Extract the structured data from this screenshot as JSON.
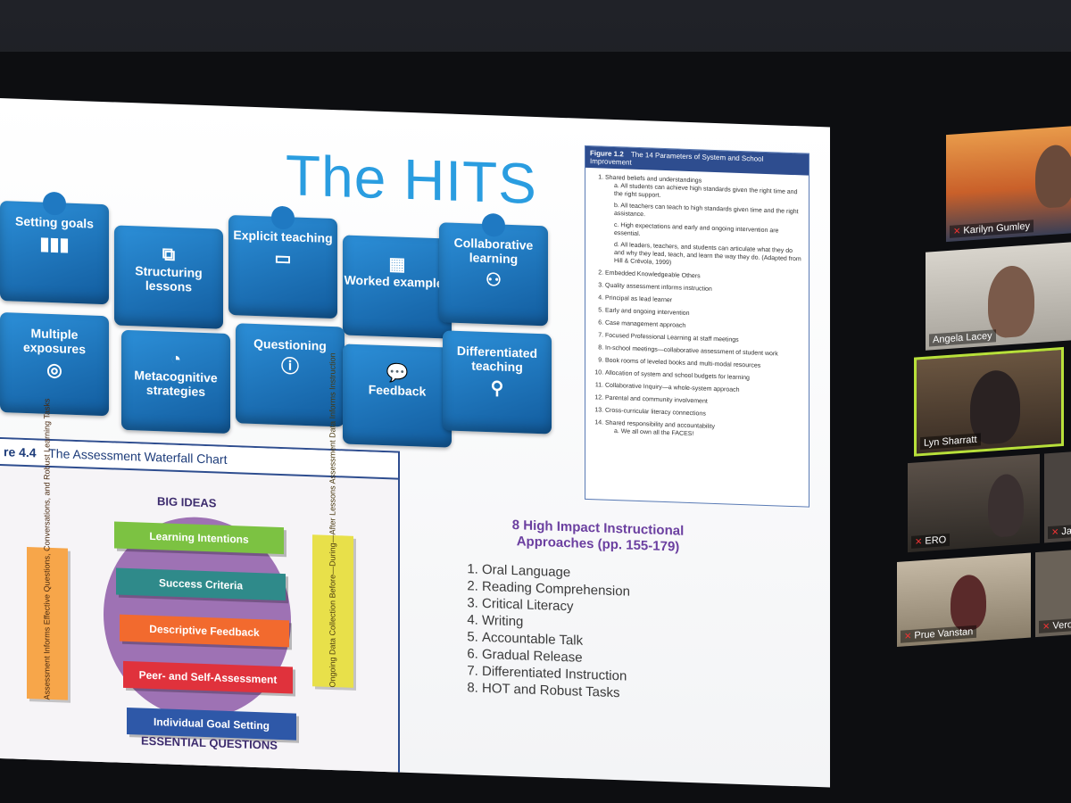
{
  "slide": {
    "title": "The HITS",
    "puzzle_pieces": [
      {
        "label": "Setting goals",
        "icon": "bar-chart-icon"
      },
      {
        "label": "Structuring lessons",
        "icon": "structure-icon"
      },
      {
        "label": "Explicit teaching",
        "icon": "presentation-icon"
      },
      {
        "label": "Worked examples",
        "icon": "worked-examples-icon"
      },
      {
        "label": "Collaborative learning",
        "icon": "network-icon"
      },
      {
        "label": "Multiple exposures",
        "icon": "venn-icon"
      },
      {
        "label": "Metacognitive strategies",
        "icon": "target-icon"
      },
      {
        "label": "Questioning",
        "icon": "question-icon"
      },
      {
        "label": "Feedback",
        "icon": "speech-bubbles-icon"
      },
      {
        "label": "Differentiated teaching",
        "icon": "differentiated-icon"
      }
    ],
    "figure_1_2": {
      "number": "Figure 1.2",
      "title": "The 14 Parameters of System and School Improvement",
      "items": [
        "Shared beliefs and understandings",
        "Embedded Knowledgeable Others",
        "Quality assessment informs instruction",
        "Principal as lead learner",
        "Early and ongoing intervention",
        "Case management approach",
        "Focused Professional Learning at staff meetings",
        "In-school meetings—collaborative assessment of student work",
        "Book rooms of leveled books and multi-modal resources",
        "Allocation of system and school budgets for learning",
        "Collaborative Inquiry—a whole-system approach",
        "Parental and community involvement",
        "Cross-curricular literacy connections",
        "Shared responsibility and accountability"
      ],
      "subitems_1": [
        "a.  All students can achieve high standards given the right time and the right support.",
        "b.  All teachers can teach to high standards given time and the right assistance.",
        "c.  High expectations and early and ongoing intervention are essential.",
        "d.  All leaders, teachers, and students can articulate what they do and why they lead, teach, and learn the way they do. (Adapted from Hill & Crévola, 1999)"
      ],
      "subitem_14": "a.  We all own all the FACES!"
    },
    "figure_4_4": {
      "number": "re 4.4",
      "title": "The Assessment Waterfall Chart",
      "top_label": "BIG IDEAS",
      "bottom_label": "ESSENTIAL QUESTIONS",
      "steps": [
        "Learning Intentions",
        "Success Criteria",
        "Descriptive Feedback",
        "Peer- and Self-Assessment",
        "Individual Goal Setting"
      ],
      "left_side": "Assessment Informs Effective Questions, Conversations, and Robust Learning Tasks",
      "right_side": "Ongoing Data Collection Before—During—After Lessons Assessment Data Informs Instruction",
      "colors": {
        "green": "#7cc242",
        "teal": "#2f8a8a",
        "orange": "#f26a2e",
        "red": "#e0323c",
        "blue": "#2e58a8",
        "purple": "#8e5aa8",
        "side_orange": "#f7a64a",
        "side_yellow": "#e8e04a"
      }
    },
    "approaches": {
      "title": "8 High Impact Instructional Approaches (pp. 155-179)",
      "items": [
        "Oral Language",
        "Reading Comprehension",
        "Critical Literacy",
        "Writing",
        "Accountable Talk",
        "Gradual Release",
        "Differentiated Instruction",
        "HOT and Robust Tasks"
      ]
    }
  },
  "participants": [
    {
      "name": "Karilyn Gumley",
      "active": false
    },
    {
      "name": "Angela Lacey",
      "active": false
    },
    {
      "name": "Lyn Sharratt",
      "active": true
    },
    {
      "name": "ERO",
      "active": false
    },
    {
      "name": "Jar",
      "active": false
    },
    {
      "name": "Prue Vanstan",
      "active": false
    },
    {
      "name": "Veroni",
      "active": false
    }
  ]
}
